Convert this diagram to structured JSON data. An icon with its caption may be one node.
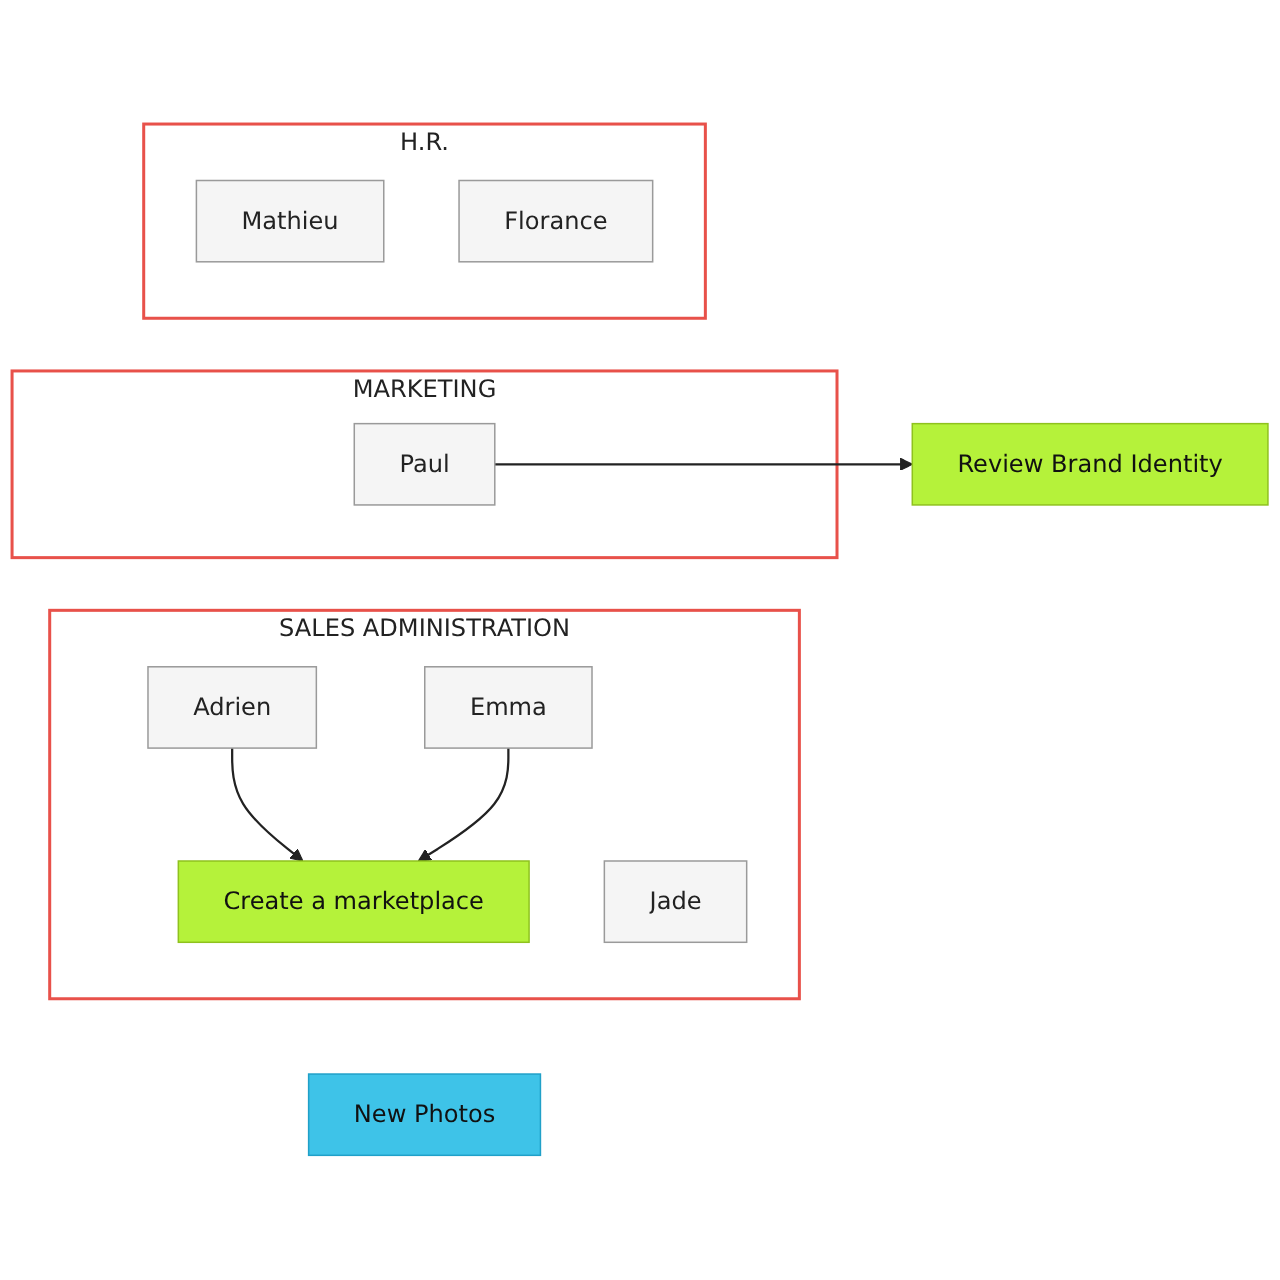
{
  "diagram": {
    "nodes": [
      {
        "text": [
          "SALES ADMINISTRATION"
        ]
      },
      {
        "text": [
          "Adrien"
        ],
        "in": 0
      },
      {
        "text": [
          "Create a marketplace"
        ],
        "in": 0
      },
      {
        "text": [
          "Emma"
        ],
        "in": 0
      },
      {
        "text": [
          "Jade"
        ],
        "in": 0
      },
      {
        "text": [
          "MARKETING"
        ]
      },
      {
        "text": [
          "Paul"
        ],
        "in": 5
      },
      {
        "text": [
          "Review Brand Identity"
        ]
      },
      {
        "text": [
          "New Photos"
        ]
      },
      {
        "text": [
          "H.R."
        ]
      },
      {
        "text": [
          "Mathieu"
        ],
        "in": 9
      },
      {
        "text": [
          "Florance"
        ],
        "in": 9
      }
    ],
    "edges": [
      {
        "from": 1,
        "to": 2,
        "arrow": "to"
      },
      {
        "from": 3,
        "to": 2,
        "arrow": "to"
      },
      {
        "from": 6,
        "to": 7,
        "arrow": "to"
      }
    ]
  }
}
